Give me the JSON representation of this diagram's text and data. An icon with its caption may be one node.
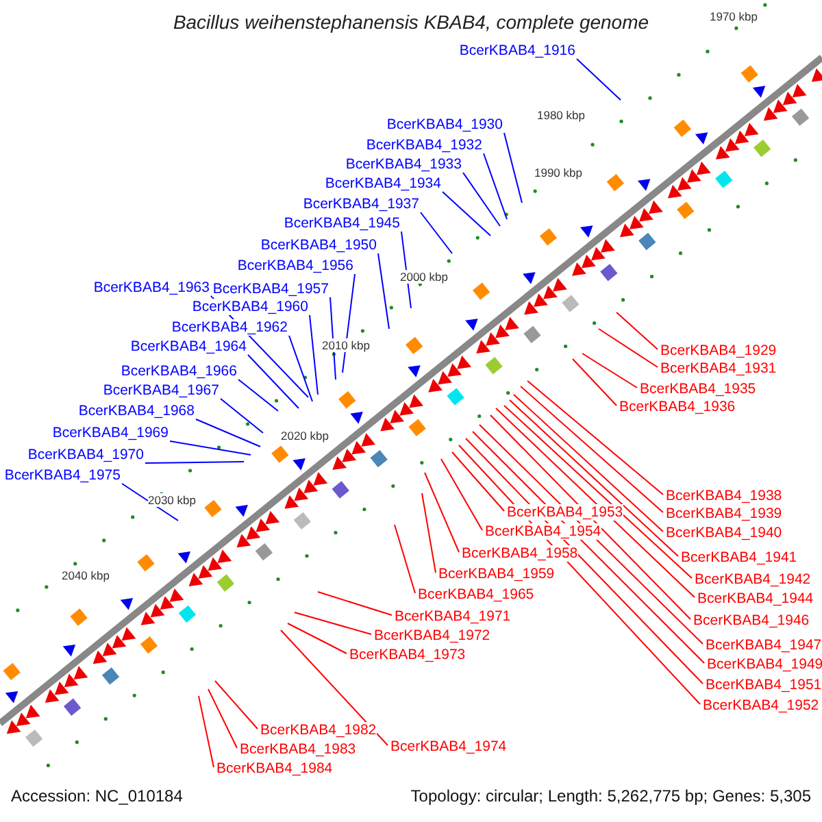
{
  "diagram": {
    "title": "Bacillus weihenstephanensis KBAB4, complete genome",
    "nodes": [
      {
        "text": [
          "BcerKBAB4_1916"
        ]
      },
      {
        "text": [
          "BcerKBAB4_1930"
        ]
      },
      {
        "text": [
          "BcerKBAB4_1932"
        ]
      },
      {
        "text": [
          "BcerKBAB4_1933"
        ]
      },
      {
        "text": [
          "BcerKBAB4_1934"
        ]
      },
      {
        "text": [
          "BcerKBAB4_1937"
        ]
      },
      {
        "text": [
          "BcerKBAB4_1945"
        ]
      },
      {
        "text": [
          "BcerKBAB4_1950"
        ]
      },
      {
        "text": [
          "BcerKBAB4_1956"
        ]
      },
      {
        "text": [
          "BcerKBAB4_1963"
        ]
      },
      {
        "text": [
          "BcerKBAB4_1957"
        ]
      },
      {
        "text": [
          "BcerKBAB4_1960"
        ]
      },
      {
        "text": [
          "BcerKBAB4_1962"
        ]
      },
      {
        "text": [
          "BcerKBAB4_1964"
        ]
      },
      {
        "text": [
          "BcerKBAB4_1966"
        ]
      },
      {
        "text": [
          "BcerKBAB4_1967"
        ]
      },
      {
        "text": [
          "BcerKBAB4_1968"
        ]
      },
      {
        "text": [
          "BcerKBAB4_1969"
        ]
      },
      {
        "text": [
          "BcerKBAB4_1970"
        ]
      },
      {
        "text": [
          "BcerKBAB4_1975"
        ]
      },
      {
        "text": [
          "BcerKBAB4_1929"
        ]
      },
      {
        "text": [
          "BcerKBAB4_1931"
        ]
      },
      {
        "text": [
          "BcerKBAB4_1935"
        ]
      },
      {
        "text": [
          "BcerKBAB4_1936"
        ]
      },
      {
        "text": [
          "BcerKBAB4_1938"
        ]
      },
      {
        "text": [
          "BcerKBAB4_1939"
        ]
      },
      {
        "text": [
          "BcerKBAB4_1940"
        ]
      },
      {
        "text": [
          "BcerKBAB4_1953"
        ]
      },
      {
        "text": [
          "BcerKBAB4_1941"
        ]
      },
      {
        "text": [
          "BcerKBAB4_1954"
        ]
      },
      {
        "text": [
          "BcerKBAB4_1958"
        ]
      },
      {
        "text": [
          "BcerKBAB4_1942"
        ]
      },
      {
        "text": [
          "BcerKBAB4_1959"
        ]
      },
      {
        "text": [
          "BcerKBAB4_1944"
        ]
      },
      {
        "text": [
          "BcerKBAB4_1965"
        ]
      },
      {
        "text": [
          "BcerKBAB4_1971"
        ]
      },
      {
        "text": [
          "BcerKBAB4_1946"
        ]
      },
      {
        "text": [
          "BcerKBAB4_1972"
        ]
      },
      {
        "text": [
          "BcerKBAB4_1947"
        ]
      },
      {
        "text": [
          "BcerKBAB4_1973"
        ]
      },
      {
        "text": [
          "BcerKBAB4_1949"
        ]
      },
      {
        "text": [
          "BcerKBAB4_1951"
        ]
      },
      {
        "text": [
          "BcerKBAB4_1952"
        ]
      },
      {
        "text": [
          "BcerKBAB4_1982"
        ]
      },
      {
        "text": [
          "BcerKBAB4_1974"
        ]
      },
      {
        "text": [
          "BcerKBAB4_1983"
        ]
      },
      {
        "text": [
          "BcerKBAB4_1984"
        ]
      }
    ],
    "edges": [
      {
        "from": 0,
        "to": null,
        "arrow": "none",
        "color": "#0000ff"
      },
      {
        "from": 1,
        "to": null,
        "arrow": "none",
        "color": "#0000ff"
      },
      {
        "from": 2,
        "to": null,
        "arrow": "none",
        "color": "#0000ff"
      },
      {
        "from": 3,
        "to": null,
        "arrow": "none",
        "color": "#0000ff"
      },
      {
        "from": 4,
        "to": null,
        "arrow": "none",
        "color": "#0000ff"
      },
      {
        "from": 5,
        "to": null,
        "arrow": "none",
        "color": "#0000ff"
      },
      {
        "from": 6,
        "to": null,
        "arrow": "none",
        "color": "#0000ff"
      },
      {
        "from": 7,
        "to": null,
        "arrow": "none",
        "color": "#0000ff"
      },
      {
        "from": 8,
        "to": null,
        "arrow": "none",
        "color": "#0000ff"
      },
      {
        "from": 9,
        "to": null,
        "arrow": "none",
        "color": "#0000ff"
      },
      {
        "from": 10,
        "to": null,
        "arrow": "none",
        "color": "#0000ff"
      },
      {
        "from": 11,
        "to": null,
        "arrow": "none",
        "color": "#0000ff"
      },
      {
        "from": 12,
        "to": null,
        "arrow": "none",
        "color": "#0000ff"
      },
      {
        "from": 13,
        "to": null,
        "arrow": "none",
        "color": "#0000ff"
      },
      {
        "from": 14,
        "to": null,
        "arrow": "none",
        "color": "#0000ff"
      },
      {
        "from": 15,
        "to": null,
        "arrow": "none",
        "color": "#0000ff"
      },
      {
        "from": 16,
        "to": null,
        "arrow": "none",
        "color": "#0000ff"
      },
      {
        "from": 17,
        "to": null,
        "arrow": "none",
        "color": "#0000ff"
      },
      {
        "from": 18,
        "to": null,
        "arrow": "none",
        "color": "#0000ff"
      },
      {
        "from": 19,
        "to": null,
        "arrow": "none",
        "color": "#0000ff"
      },
      {
        "from": 20,
        "to": null,
        "arrow": "none"
      },
      {
        "from": 21,
        "to": null,
        "arrow": "none"
      },
      {
        "from": 22,
        "to": null,
        "arrow": "none"
      },
      {
        "from": 23,
        "to": null,
        "arrow": "none"
      },
      {
        "from": 24,
        "to": null,
        "arrow": "none"
      },
      {
        "from": 25,
        "to": null,
        "arrow": "none"
      },
      {
        "from": 26,
        "to": null,
        "arrow": "none"
      },
      {
        "from": 27,
        "to": null,
        "arrow": "none"
      },
      {
        "from": 28,
        "to": null,
        "arrow": "none"
      },
      {
        "from": 29,
        "to": null,
        "arrow": "none"
      },
      {
        "from": 30,
        "to": null,
        "arrow": "none"
      },
      {
        "from": 31,
        "to": null,
        "arrow": "none"
      },
      {
        "from": 32,
        "to": null,
        "arrow": "none"
      },
      {
        "from": 33,
        "to": null,
        "arrow": "none"
      },
      {
        "from": 34,
        "to": null,
        "arrow": "none"
      },
      {
        "from": 35,
        "to": null,
        "arrow": "none"
      },
      {
        "from": 36,
        "to": null,
        "arrow": "none"
      },
      {
        "from": 37,
        "to": null,
        "arrow": "none"
      },
      {
        "from": 38,
        "to": null,
        "arrow": "none"
      },
      {
        "from": 39,
        "to": null,
        "arrow": "none"
      },
      {
        "from": 40,
        "to": null,
        "arrow": "none"
      },
      {
        "from": 41,
        "to": null,
        "arrow": "none"
      },
      {
        "from": 42,
        "to": null,
        "arrow": "none"
      },
      {
        "from": 43,
        "to": null,
        "arrow": "none"
      },
      {
        "from": 44,
        "to": null,
        "arrow": "none"
      },
      {
        "from": 45,
        "to": null,
        "arrow": "none"
      },
      {
        "from": 46,
        "to": null,
        "arrow": "none"
      }
    ],
    "labels": [
      "1970 kbp",
      "1980 kbp",
      "1990 kbp",
      "2000 kbp",
      "2010 kbp",
      "2020 kbp",
      "2030 kbp",
      "2040 kbp",
      "Accession: NC_010184",
      "Topology: circular; Length: 5,262,775 bp; Genes: 5,305"
    ]
  }
}
